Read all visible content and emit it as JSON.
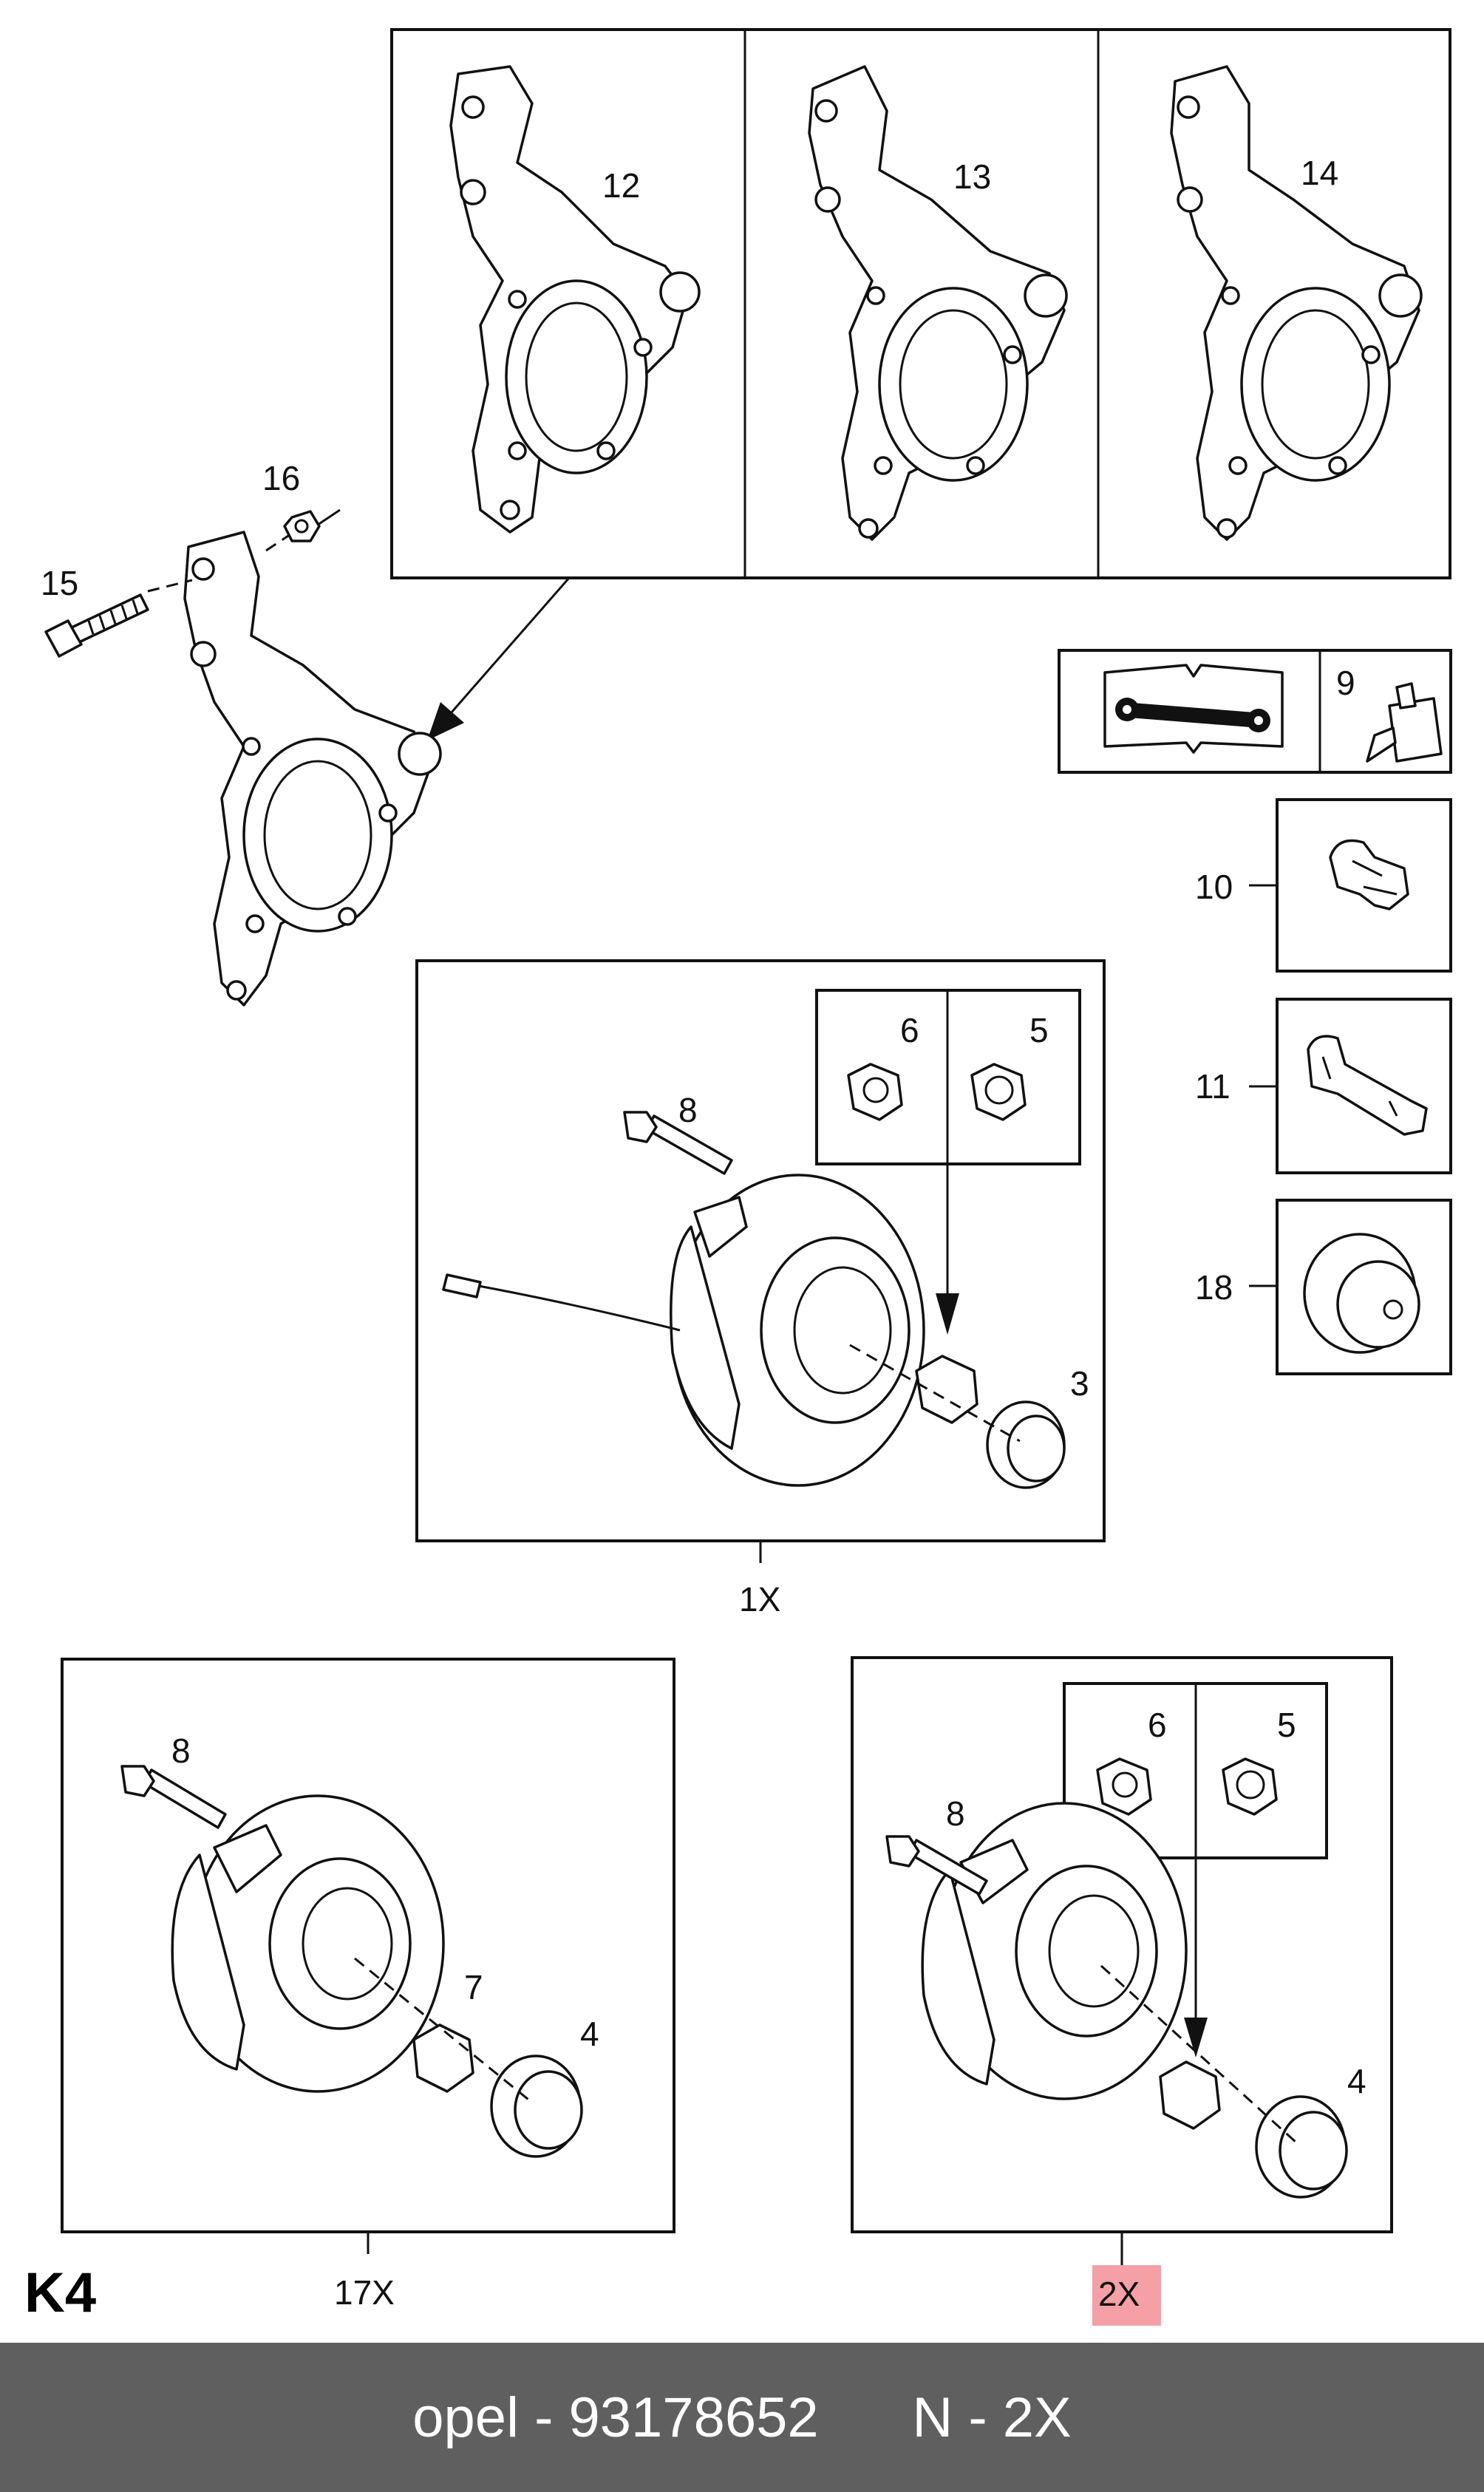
{
  "section_label": "K4",
  "callouts": {
    "n12": "12",
    "n13": "13",
    "n14": "14",
    "n15": "15",
    "n16": "16",
    "n9": "9",
    "n10": "10",
    "n11": "11",
    "n18": "18",
    "hub_center": {
      "n8": "8",
      "n6": "6",
      "n5": "5",
      "n3": "3"
    },
    "hub_left": {
      "n8": "8",
      "n7": "7",
      "n4": "4"
    },
    "hub_right": {
      "n8": "8",
      "n6": "6",
      "n5": "5",
      "n4": "4"
    }
  },
  "quantities": {
    "center": "1X",
    "left": "17X",
    "right": "2X"
  },
  "highlight_color": "#f4a0a6",
  "footer": {
    "brand_part": "opel - 93178652",
    "note": "N - 2X"
  }
}
